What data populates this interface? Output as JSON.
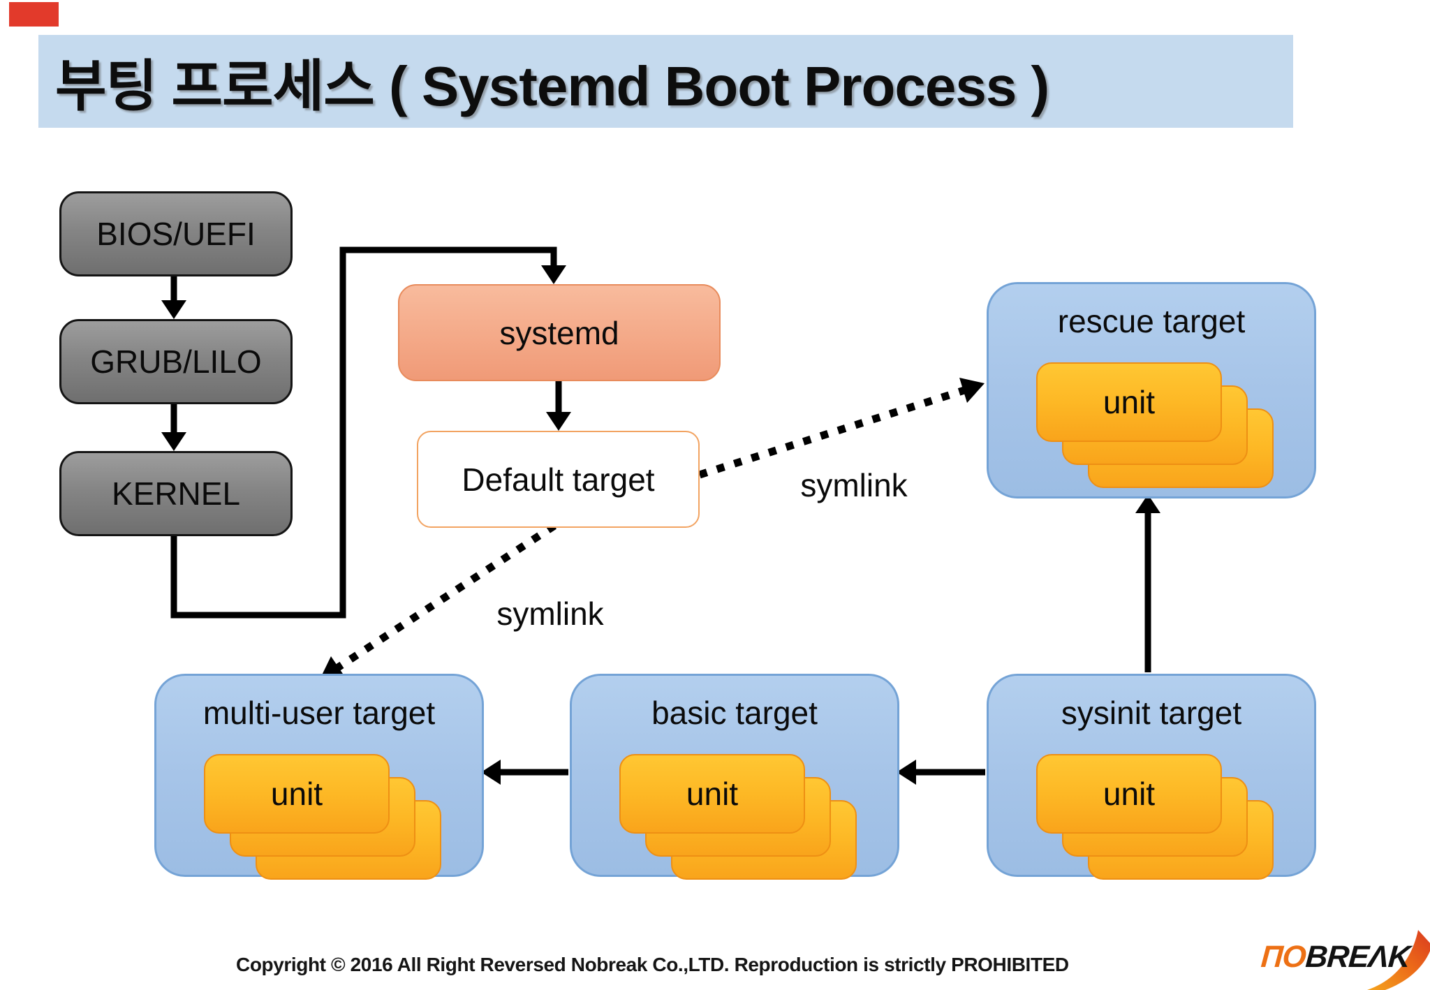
{
  "slide": {
    "title": "부팅 프로세스 ( Systemd Boot Process )"
  },
  "boot_chain": {
    "items": [
      {
        "label": "BIOS/UEFI"
      },
      {
        "label": "GRUB/LILO"
      },
      {
        "label": "KERNEL"
      }
    ]
  },
  "systemd_box": {
    "label": "systemd"
  },
  "default_target_box": {
    "label": "Default target"
  },
  "symlink_labels": {
    "to_rescue": "symlink",
    "to_multi_user": "symlink"
  },
  "unit_label": "unit",
  "target_groups": [
    {
      "label": "rescue target"
    },
    {
      "label": "multi-user target"
    },
    {
      "label": "basic target"
    },
    {
      "label": "sysinit target"
    }
  ],
  "footer": {
    "copyright": "Copyright © 2016 All Right Reversed Nobreak Co.,LTD. Reproduction is strictly PROHIBITED"
  },
  "logo": {
    "prefix": "ΠO",
    "suffix": "BREΛK"
  },
  "colors": {
    "title_bar_bg": "#c5daee",
    "gray_box": "#8a8a8a",
    "systemd_fill": "#f4a988",
    "target_blue_fill": "#a6c4e8",
    "target_blue_border": "#74a3d6",
    "unit_yellow_fill": "#fdb825",
    "unit_yellow_border": "#ee8f13",
    "arrow": "#000000",
    "marker_red": "#e23a2b",
    "logo_orange": "#ed7014"
  }
}
